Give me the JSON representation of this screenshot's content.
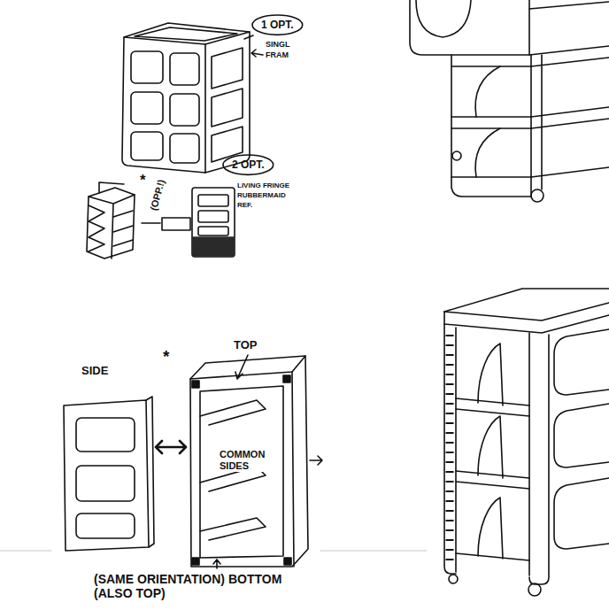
{
  "diagram": {
    "nodes": [
      {
        "text": [
          "1 OPT."
        ]
      },
      {
        "text": [
          "2 OPT."
        ]
      }
    ],
    "labels": [
      "SINGL",
      "FRAM",
      "*",
      "(OPP.!)",
      "LIVING FRINGE",
      "RUBBERMAID",
      "REF.",
      "SIDE",
      "*",
      "TOP",
      "COMMON SIDES",
      "(SAME ORIENTATION) BOTTOM (ALSO TOP)"
    ]
  }
}
